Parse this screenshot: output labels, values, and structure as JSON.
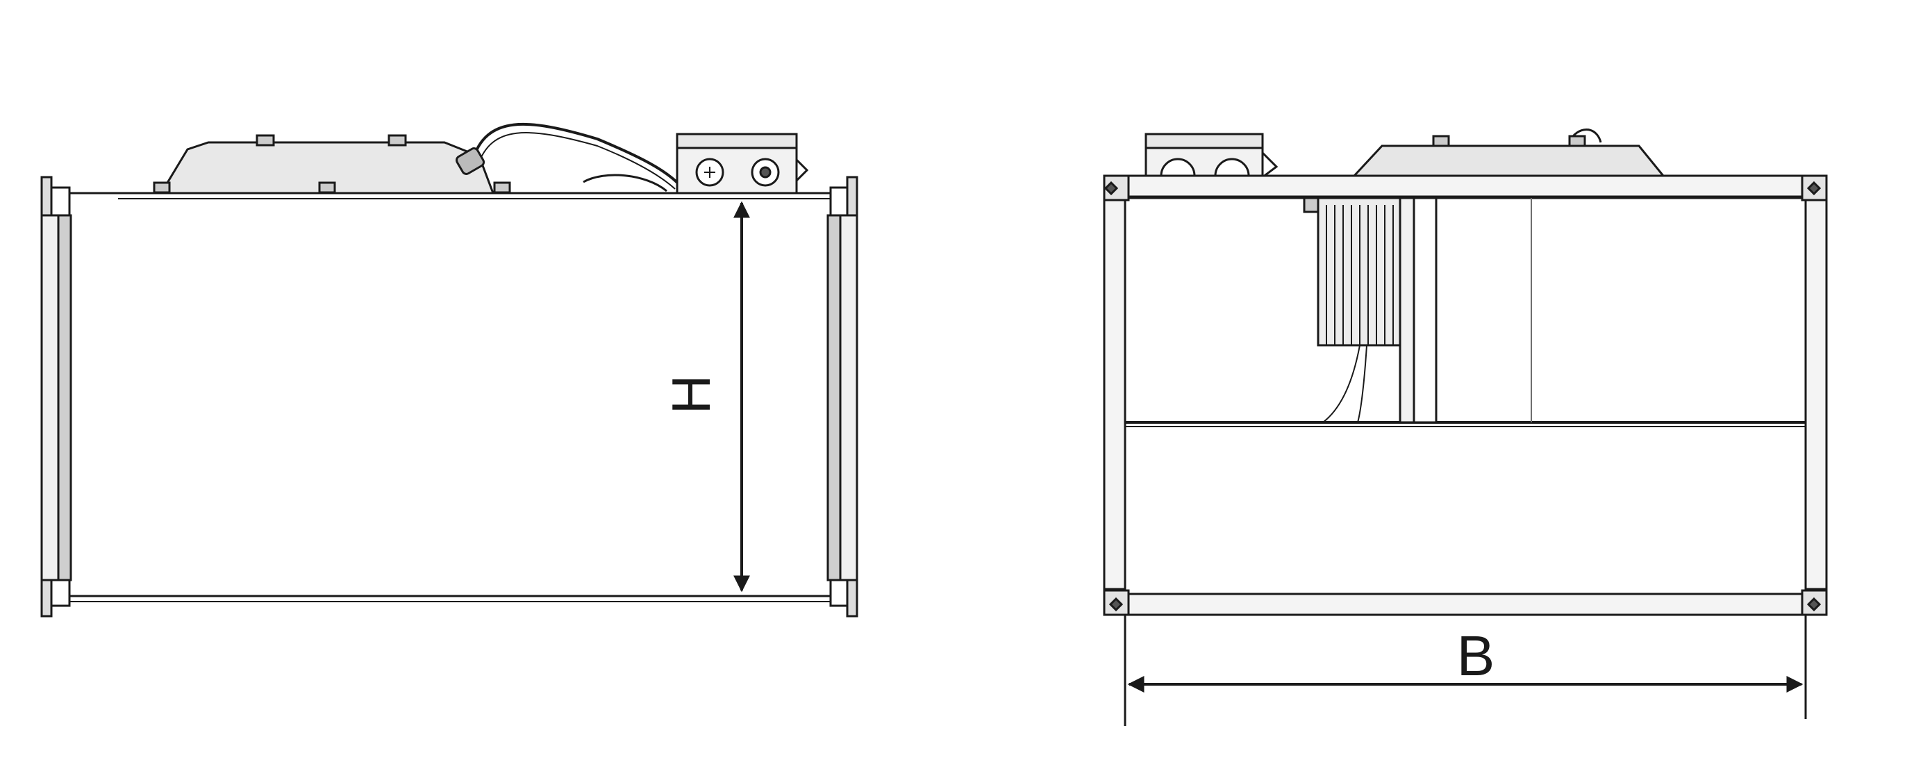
{
  "diagram": {
    "type": "technical-drawing",
    "views": [
      {
        "id": "side-view",
        "dimension": {
          "label": "H",
          "orientation": "vertical",
          "label_rotation": "rotated-90"
        }
      },
      {
        "id": "front-view",
        "dimension": {
          "label": "B",
          "orientation": "horizontal"
        }
      }
    ]
  },
  "colors": {
    "line": "#1a1a1a",
    "light_line": "#6e6e6e",
    "fill_light": "#f4f4f4",
    "fill_mid": "#e4e4e4",
    "fill_dark": "#cfcfcf"
  }
}
